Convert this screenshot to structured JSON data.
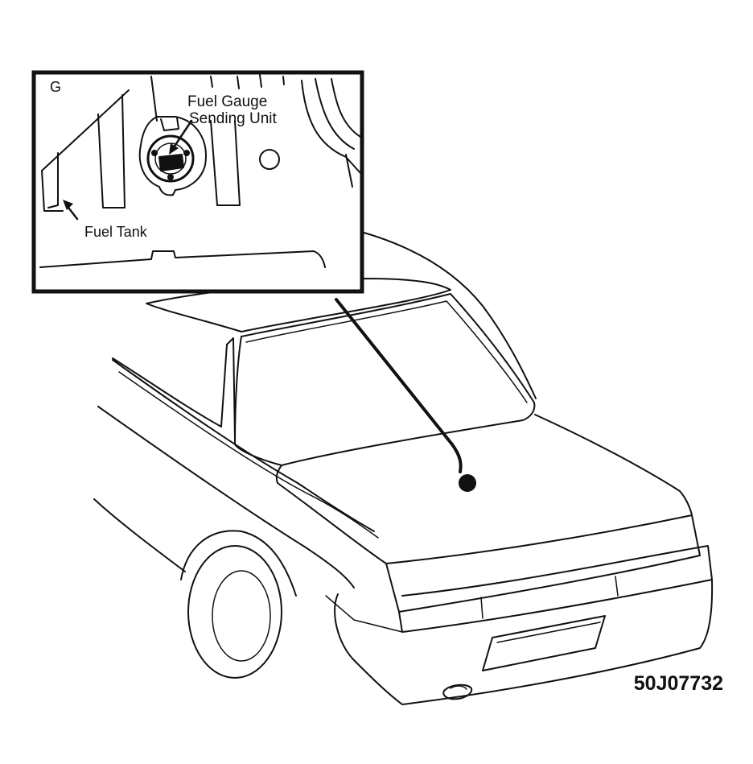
{
  "inset": {
    "view_letter": "G",
    "labels": {
      "sending_unit_line1": "Fuel Gauge",
      "sending_unit_line2": "Sending Unit",
      "fuel_tank": "Fuel Tank"
    }
  },
  "figure_id": "50J07732",
  "colors": {
    "ink": "#111111",
    "paper": "#ffffff"
  }
}
